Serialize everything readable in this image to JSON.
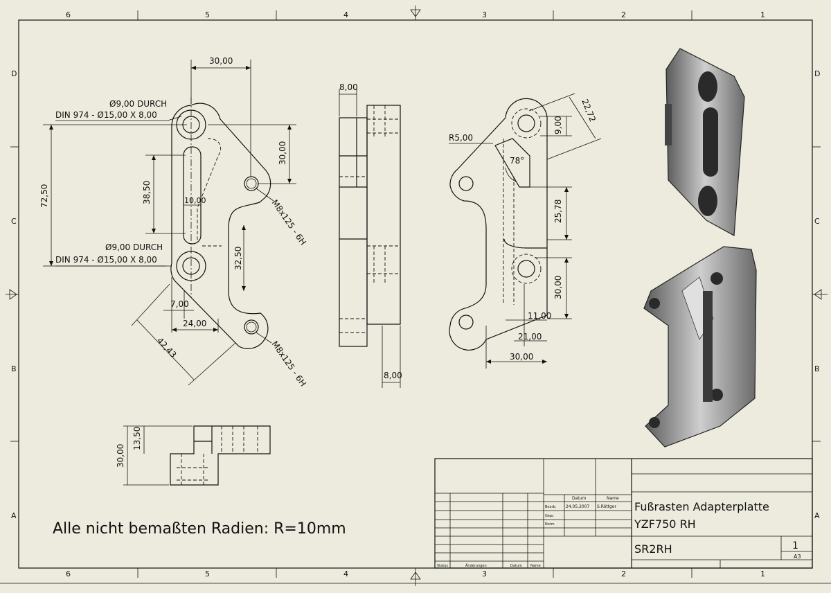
{
  "border": {
    "top_zones": [
      "6",
      "5",
      "4",
      "3",
      "2",
      "1"
    ],
    "bottom_zones": [
      "6",
      "5",
      "4",
      "3",
      "2",
      "1"
    ],
    "left_zones": [
      "D",
      "C",
      "B",
      "A"
    ],
    "right_zones": [
      "D",
      "C",
      "B",
      "A"
    ]
  },
  "views": {
    "front": {
      "dims": {
        "width_top": "30,00",
        "hole_callout_top_1": "Ø9,00 DURCH",
        "hole_callout_top_2": "DIN 974 - Ø15,00 X 8,00",
        "hole_callout_bot_1": "Ø9,00 DURCH",
        "hole_callout_bot_2": "DIN 974 - Ø15,00 X 8,00",
        "height_total": "72,50",
        "slot_length": "38,50",
        "slot_width": "10,00",
        "right_offset": "30,00",
        "inner_gap": "32,50",
        "thread_top": "M8x125 - 6H",
        "thread_bot": "M8x125 - 6H",
        "bottom_7": "7,00",
        "bottom_24": "24,00",
        "diag": "42,43"
      }
    },
    "side": {
      "dims": {
        "top_width": "8,00",
        "bottom_width": "8,00"
      }
    },
    "rear": {
      "dims": {
        "radius": "R5,00",
        "diag": "22,72",
        "v9": "9,00",
        "angle": "78°",
        "v2578": "25,78",
        "v30": "30,00",
        "h11": "11,00",
        "h21": "21,00",
        "h30": "30,00"
      }
    },
    "bottom": {
      "dims": {
        "h30": "30,00",
        "h1350": "13,50"
      }
    }
  },
  "note": "Alle nicht bemaßten Radien: R=10mm",
  "title_block": {
    "col_datum": "Datum",
    "col_name": "Name",
    "row_bearb": "Bearb.",
    "row_gepr": "Gepr.",
    "row_norm": "Norm",
    "date": "24.05.2007",
    "author": "S.Röttger",
    "title_1": "Fußrasten Adapterplatte",
    "title_2": "YZF750 RH",
    "drawing_no": "SR2RH",
    "sheet_no": "1",
    "format": "A3",
    "foot_status": "Status",
    "foot_changes": "Änderungen",
    "foot_date": "Datum",
    "foot_name": "Name"
  }
}
